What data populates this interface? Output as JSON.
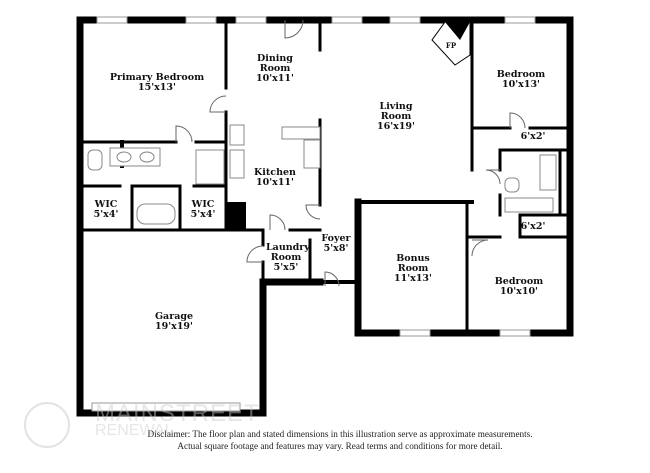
{
  "rooms": [
    {
      "name": "Primary Bedroom",
      "size": "15'x13'"
    },
    {
      "name": "Dining Room",
      "size": "10'x11'"
    },
    {
      "name": "Living Room",
      "size": "16'x19'"
    },
    {
      "name": "Bedroom",
      "size": "10'x13'"
    },
    {
      "name": "Kitchen",
      "size": "10'x11'"
    },
    {
      "name": "WIC",
      "size": "5'x4'"
    },
    {
      "name": "WIC",
      "size": "5'x4'"
    },
    {
      "name": "Laundry Room",
      "size": "5'x5'"
    },
    {
      "name": "Foyer",
      "size": "5'x8'"
    },
    {
      "name": "Bonus Room",
      "size": "11'x13'"
    },
    {
      "name": "Bedroom",
      "size": "10'x10'"
    },
    {
      "name": "Garage",
      "size": "19'x19'"
    },
    {
      "name": "",
      "size": "6'x2'"
    },
    {
      "name": "",
      "size": "6'x2'"
    }
  ],
  "fireplace_label": "FP",
  "watermark": {
    "line1": "MAINSTREET",
    "line2": "RENEWAL"
  },
  "disclaimer": {
    "line1": "Disclaimer: The floor plan and stated dimensions in this illustration serve as approximate measurements.",
    "line2": "Actual square footage and features may vary. Read terms and conditions for more detail."
  }
}
